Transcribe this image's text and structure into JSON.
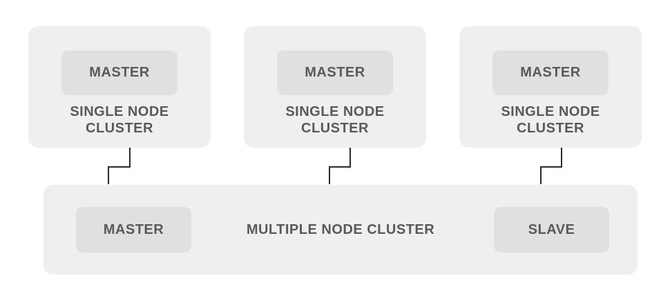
{
  "diagram": {
    "clusters": [
      {
        "id": "single-node-cluster-1",
        "type": "single",
        "title": "SINGLE NODE CLUSTER",
        "nodes": [
          {
            "label": "MASTER"
          }
        ]
      },
      {
        "id": "single-node-cluster-2",
        "type": "single",
        "title": "SINGLE NODE CLUSTER",
        "nodes": [
          {
            "label": "MASTER"
          }
        ]
      },
      {
        "id": "single-node-cluster-3",
        "type": "single",
        "title": "SINGLE NODE CLUSTER",
        "nodes": [
          {
            "label": "MASTER"
          }
        ]
      },
      {
        "id": "multiple-node-cluster",
        "type": "multiple",
        "title": "MULTIPLE NODE CLUSTER",
        "nodes": [
          {
            "label": "MASTER"
          },
          {
            "label": "SLAVE"
          }
        ]
      }
    ],
    "connections": [
      {
        "from": "single-node-cluster-1",
        "to": "multiple-node-cluster"
      },
      {
        "from": "single-node-cluster-2",
        "to": "multiple-node-cluster"
      },
      {
        "from": "single-node-cluster-3",
        "to": "multiple-node-cluster"
      }
    ],
    "colors": {
      "background": "#ffffff",
      "cluster_box": "#efefef",
      "node_box": "#e0e0e0",
      "text": "#58595b",
      "connector": "#2b2b2b"
    }
  }
}
